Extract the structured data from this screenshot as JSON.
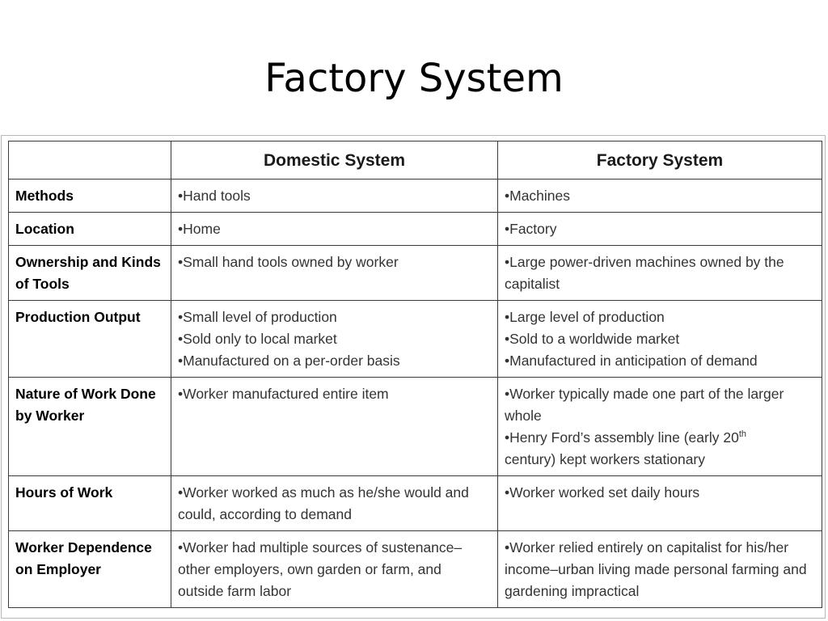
{
  "slide": {
    "title": "Factory System"
  },
  "table": {
    "headers": [
      "",
      "Domestic System",
      "Factory System"
    ],
    "rows": [
      {
        "label": "Methods",
        "domestic": [
          "•Hand tools"
        ],
        "factory": [
          "•Machines"
        ]
      },
      {
        "label": "Location",
        "domestic": [
          "•Home"
        ],
        "factory": [
          "•Factory"
        ]
      },
      {
        "label": "Ownership and Kinds of Tools",
        "domestic": [
          "•Small hand tools owned by worker"
        ],
        "factory": [
          "•Large power-driven machines owned by the capitalist"
        ]
      },
      {
        "label": "Production Output",
        "domestic": [
          "•Small level of production",
          "•Sold only to local market",
          "•Manufactured on a per-order basis"
        ],
        "factory": [
          "•Large level of production",
          "•Sold to a worldwide market",
          "•Manufactured in anticipation of demand"
        ]
      },
      {
        "label": "Nature of Work Done by Worker",
        "domestic": [
          "•Worker manufactured entire item"
        ],
        "factory": [
          "•Worker typically made one part of the larger whole",
          "•Henry Ford’s assembly line (early 20",
          "century) kept workers stationary"
        ],
        "factory_sup": "th"
      },
      {
        "label": "Hours of Work",
        "domestic": [
          "•Worker worked as much as he/she would and could, according to demand"
        ],
        "factory": [
          "•Worker worked set daily hours"
        ]
      },
      {
        "label": "Worker Dependence on Employer",
        "domestic": [
          "•Worker had multiple sources of sustenance–other employers, own garden or farm, and outside farm labor"
        ],
        "factory": [
          "•Worker relied entirely on capitalist for his/her income–urban living made personal farming and gardening impractical"
        ]
      }
    ]
  }
}
